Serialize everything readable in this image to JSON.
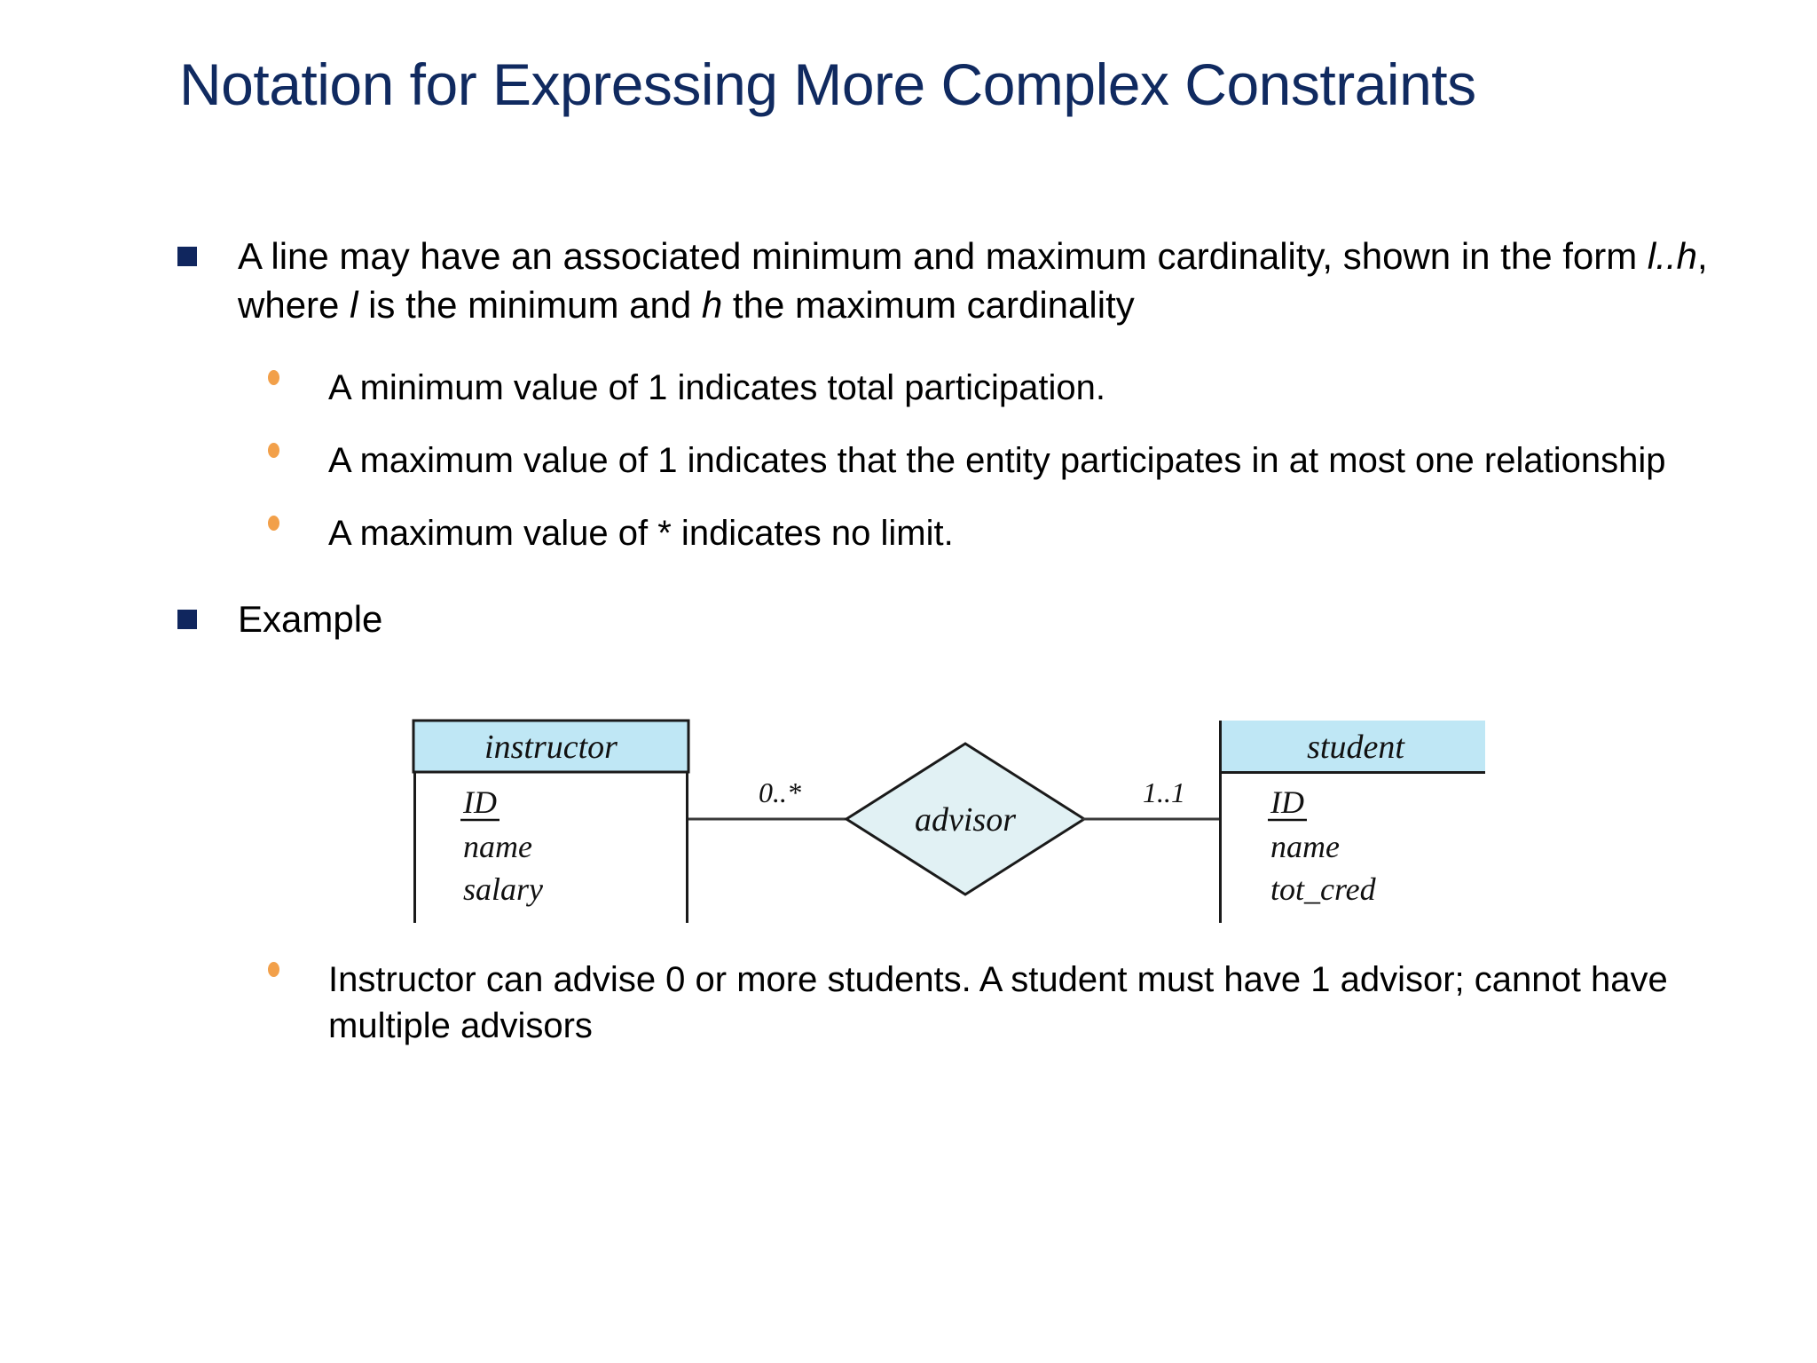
{
  "slide": {
    "title": "Notation for Expressing More Complex Constraints",
    "bullets": {
      "b1_part1": "A line may have an associated minimum and maximum cardinality, shown in the form ",
      "b1_italic1": "l..h",
      "b1_part2": ", where ",
      "b1_italic2": "l",
      "b1_part3": " is the minimum and ",
      "b1_italic3": "h",
      "b1_part4": " the maximum cardinality",
      "sub1": "A minimum value of 1 indicates total participation.",
      "sub2": "A maximum value of 1 indicates that the entity participates  in at most one relationship",
      "sub3": "A maximum value of * indicates no limit.",
      "b2": "Example",
      "sub4": "Instructor can advise 0 or more students.  A student must have 1 advisor; cannot have multiple advisors"
    }
  },
  "diagram": {
    "entities": [
      {
        "name": "instructor",
        "attributes": [
          "ID",
          "name",
          "salary"
        ],
        "primary_key": "ID"
      },
      {
        "name": "student",
        "attributes": [
          "ID",
          "name",
          "tot_cred"
        ],
        "primary_key": "ID"
      }
    ],
    "relationship": {
      "name": "advisor",
      "left_cardinality": "0..*",
      "right_cardinality": "1..1"
    },
    "colors": {
      "entity_header_fill": "#bfe7f5",
      "entity_body_fill": "#ffffff",
      "relationship_fill": "#e1f1f4",
      "stroke": "#1a1a1a"
    }
  },
  "theme": {
    "title_color": "#102a60",
    "level1_bullet_color": "#10265e",
    "level2_bullet_color": "#f2a04a",
    "text_color": "#000000",
    "background": "#ffffff"
  }
}
